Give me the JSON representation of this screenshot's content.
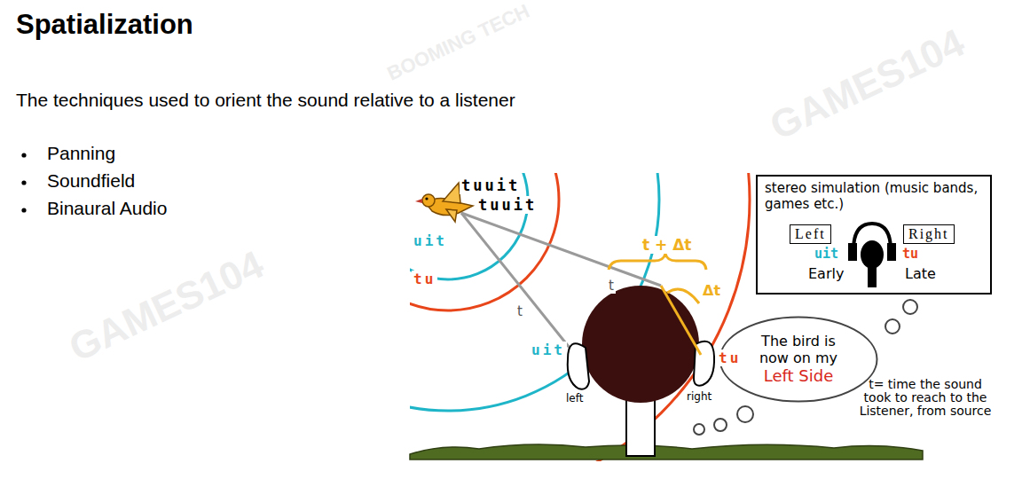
{
  "diagram": {
    "title": "Spatialization",
    "nodes": [
      {
        "text": [
          "stereo simulation (music bands, games etc.)"
        ]
      },
      {
        "text": [
          "Left"
        ],
        "in": 0
      },
      {
        "text": [
          "Right"
        ],
        "in": 0
      },
      {
        "text": [
          "The bird is now on my",
          "Left Side"
        ]
      }
    ],
    "labels": [
      "The techniques used to orient the sound relative to a listener",
      "Panning",
      "Soundfield",
      "Binaural Audio",
      "tuuit",
      "tuuit",
      "uit",
      "tu",
      "t",
      "t",
      "t + Δt",
      "Δt",
      "uit",
      "tu",
      "left",
      "right",
      "uit",
      "tu",
      "Early",
      "Late",
      "t= time the sound took to reach to the Listener, from source",
      "GAMES104",
      "GAMES104",
      "BOOMING TECH"
    ]
  }
}
